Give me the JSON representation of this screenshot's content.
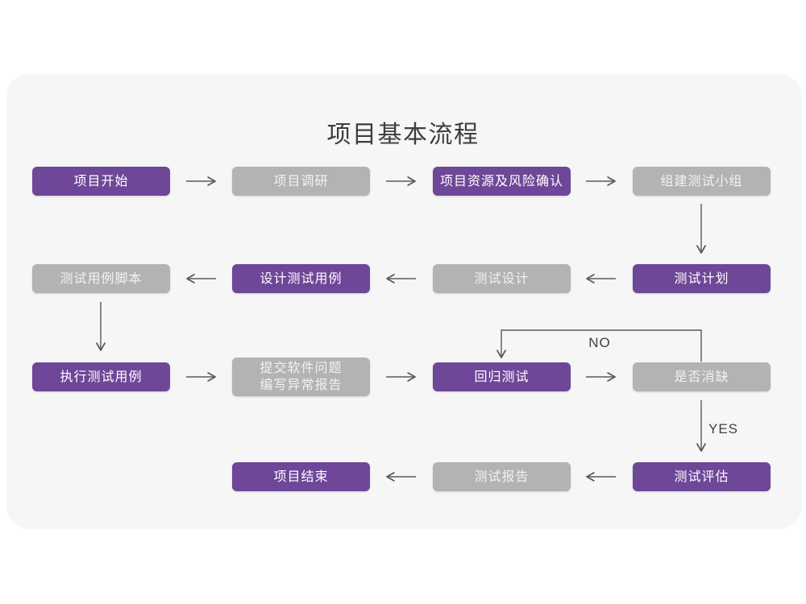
{
  "page": {
    "title": "项目基本流程"
  },
  "flowchart": {
    "colors": {
      "accent": "#6E4798",
      "muted": "#B3B3B3",
      "panel": "#F6F6F7",
      "arrow": "#5A5A5A",
      "title_text": "#3D3D3D"
    },
    "nodes": [
      {
        "id": "start",
        "label": "项目开始",
        "variant": "accent"
      },
      {
        "id": "research",
        "label": "项目调研",
        "variant": "muted"
      },
      {
        "id": "risk",
        "label": "项目资源及风险确认",
        "variant": "accent"
      },
      {
        "id": "team",
        "label": "组建测试小组",
        "variant": "muted"
      },
      {
        "id": "plan",
        "label": "测试计划",
        "variant": "accent"
      },
      {
        "id": "design",
        "label": "测试设计",
        "variant": "muted"
      },
      {
        "id": "cases",
        "label": "设计测试用例",
        "variant": "accent"
      },
      {
        "id": "script",
        "label": "测试用例脚本",
        "variant": "muted"
      },
      {
        "id": "execute",
        "label": "执行测试用例",
        "variant": "accent"
      },
      {
        "id": "submit",
        "label_line1": "提交软件问题",
        "label_line2": "编写异常报告",
        "variant": "muted"
      },
      {
        "id": "regression",
        "label": "回归测试",
        "variant": "accent"
      },
      {
        "id": "defect",
        "label": "是否消缺",
        "variant": "muted"
      },
      {
        "id": "evaluate",
        "label": "测试评估",
        "variant": "accent"
      },
      {
        "id": "report",
        "label": "测试报告",
        "variant": "muted"
      },
      {
        "id": "end",
        "label": "项目结束",
        "variant": "accent"
      }
    ],
    "edge_labels": {
      "no": "NO",
      "yes": "YES"
    }
  }
}
